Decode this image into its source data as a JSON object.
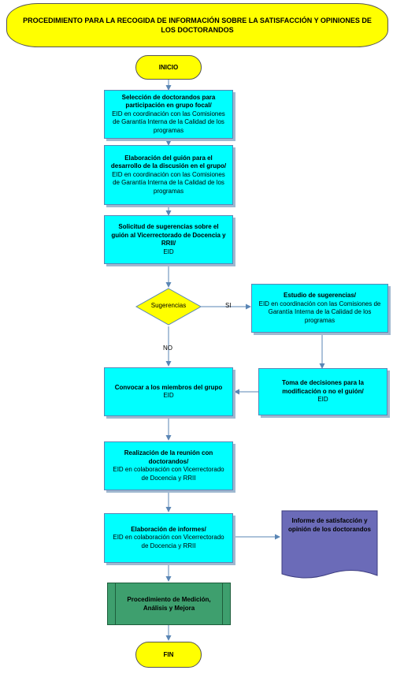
{
  "title": "PROCEDIMIENTO PARA LA RECOGIDA DE INFORMACIÓN SOBRE LA SATISFACCIÓN Y OPINIONES DE LOS DOCTORANDOS",
  "start": "INICIO",
  "end": "FIN",
  "steps": {
    "seleccion": {
      "bold": "Selección de doctorandos para participación en grupo focal/",
      "regular": "EID en coordinación con las Comisiones de Garantía Interna de la Calidad de los programas"
    },
    "guion": {
      "bold": "Elaboración del guión para el desarrollo de la discusión en el grupo/",
      "regular": "EID en coordinación con las Comisiones de Garantía Interna de la Calidad de los programas"
    },
    "solicitud": {
      "bold": "Solicitud de sugerencias sobre el guión al Vicerrectorado de Docencia y RRII/",
      "regular": "EID"
    },
    "estudio": {
      "bold": "Estudio de sugerencias/",
      "regular": "EID en coordinación con las Comisiones de Garantía Interna de la Calidad de los programas"
    },
    "toma": {
      "bold": "Toma de decisiones para la modificación  o no el guión/",
      "regular": "EID"
    },
    "convocar": {
      "bold": "Convocar a los miembros del grupo",
      "regular": "EID"
    },
    "realizacion": {
      "bold": "Realización de la reunión con doctorandos/",
      "regular": "EID en colaboración con Vicerrectorado de Docencia y RRII"
    },
    "informes": {
      "bold": "Elaboración de informes/",
      "regular": "EID en colaboración con Vicerrectorado de Docencia y RRII"
    }
  },
  "decision": {
    "label": "Sugerencias",
    "yes": "SI",
    "no": "NO"
  },
  "document": "Informe de satisfacción y opinión de los doctorandos",
  "predefined": "Procedimiento de Medición, Análisis y Mejora",
  "colors": {
    "terminal": "#ffff00",
    "process": "#00ffff",
    "predefined": "#3e9f6e",
    "document": "#6b6bb8",
    "connector": "#5a86b5"
  }
}
